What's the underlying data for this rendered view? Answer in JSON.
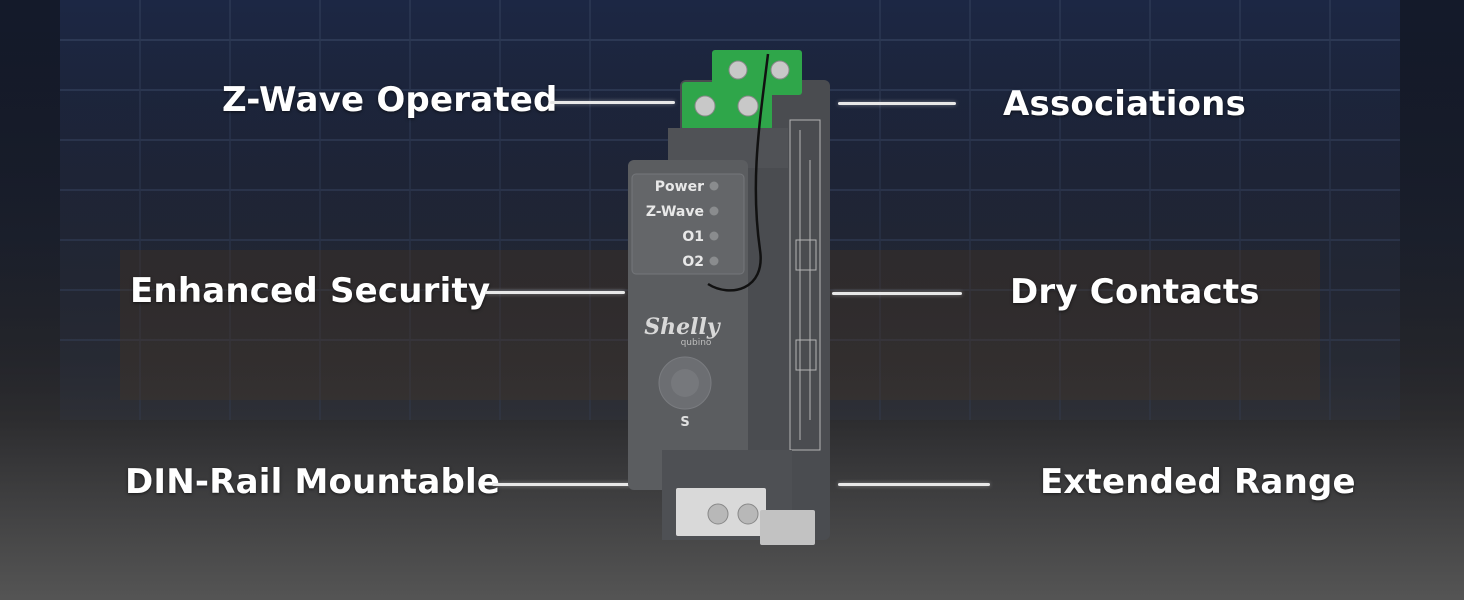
{
  "features": {
    "left": [
      "Z-Wave Operated",
      "Enhanced Security",
      "DIN-Rail Mountable"
    ],
    "right": [
      "Associations",
      "Dry Contacts",
      "Extended Range"
    ]
  },
  "device": {
    "leds": [
      "Power",
      "Z-Wave",
      "O1",
      "O2"
    ],
    "brand": "Shelly",
    "brand_sub": "qubino",
    "button_label": "S"
  },
  "colors": {
    "terminal_green": "#2fa64a",
    "housing": "#5b5d60",
    "text": "#ffffff"
  }
}
